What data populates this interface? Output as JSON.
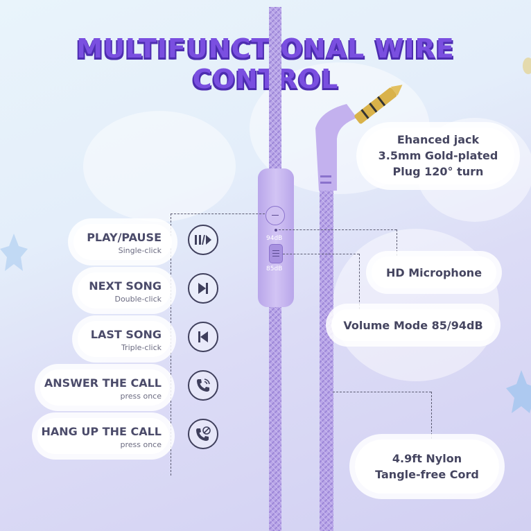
{
  "title": "MULTIFUNCTIONAL WIRE CONTROL",
  "functions": [
    {
      "label": "PLAY/PAUSE",
      "sub": "Single-click",
      "icon": "play-pause-icon"
    },
    {
      "label": "NEXT SONG",
      "sub": "Double-click",
      "icon": "next-track-icon"
    },
    {
      "label": "LAST SONG",
      "sub": "Triple-click",
      "icon": "previous-track-icon"
    },
    {
      "label": "ANSWER THE CALL",
      "sub": "press once",
      "icon": "phone-answer-icon"
    },
    {
      "label": "HANG UP THE CALL",
      "sub": "press once",
      "icon": "phone-hangup-icon"
    }
  ],
  "features": {
    "jack": [
      "Ehanced jack",
      "3.5mm Gold-plated",
      "Plug 120° turn"
    ],
    "microphone": "HD Microphone",
    "volume_mode": "Volume Mode 85/94dB",
    "cord": [
      "4.9ft Nylon",
      "Tangle-free Cord"
    ]
  },
  "remote_labels": {
    "high": "94dB",
    "low": "85dB"
  },
  "colors": {
    "title": "#7a4fe0",
    "title_shadow": "#4d2db0",
    "cable": "#b9a6e8",
    "remote": "#c6b6f0",
    "gold": "#d9b24a"
  }
}
